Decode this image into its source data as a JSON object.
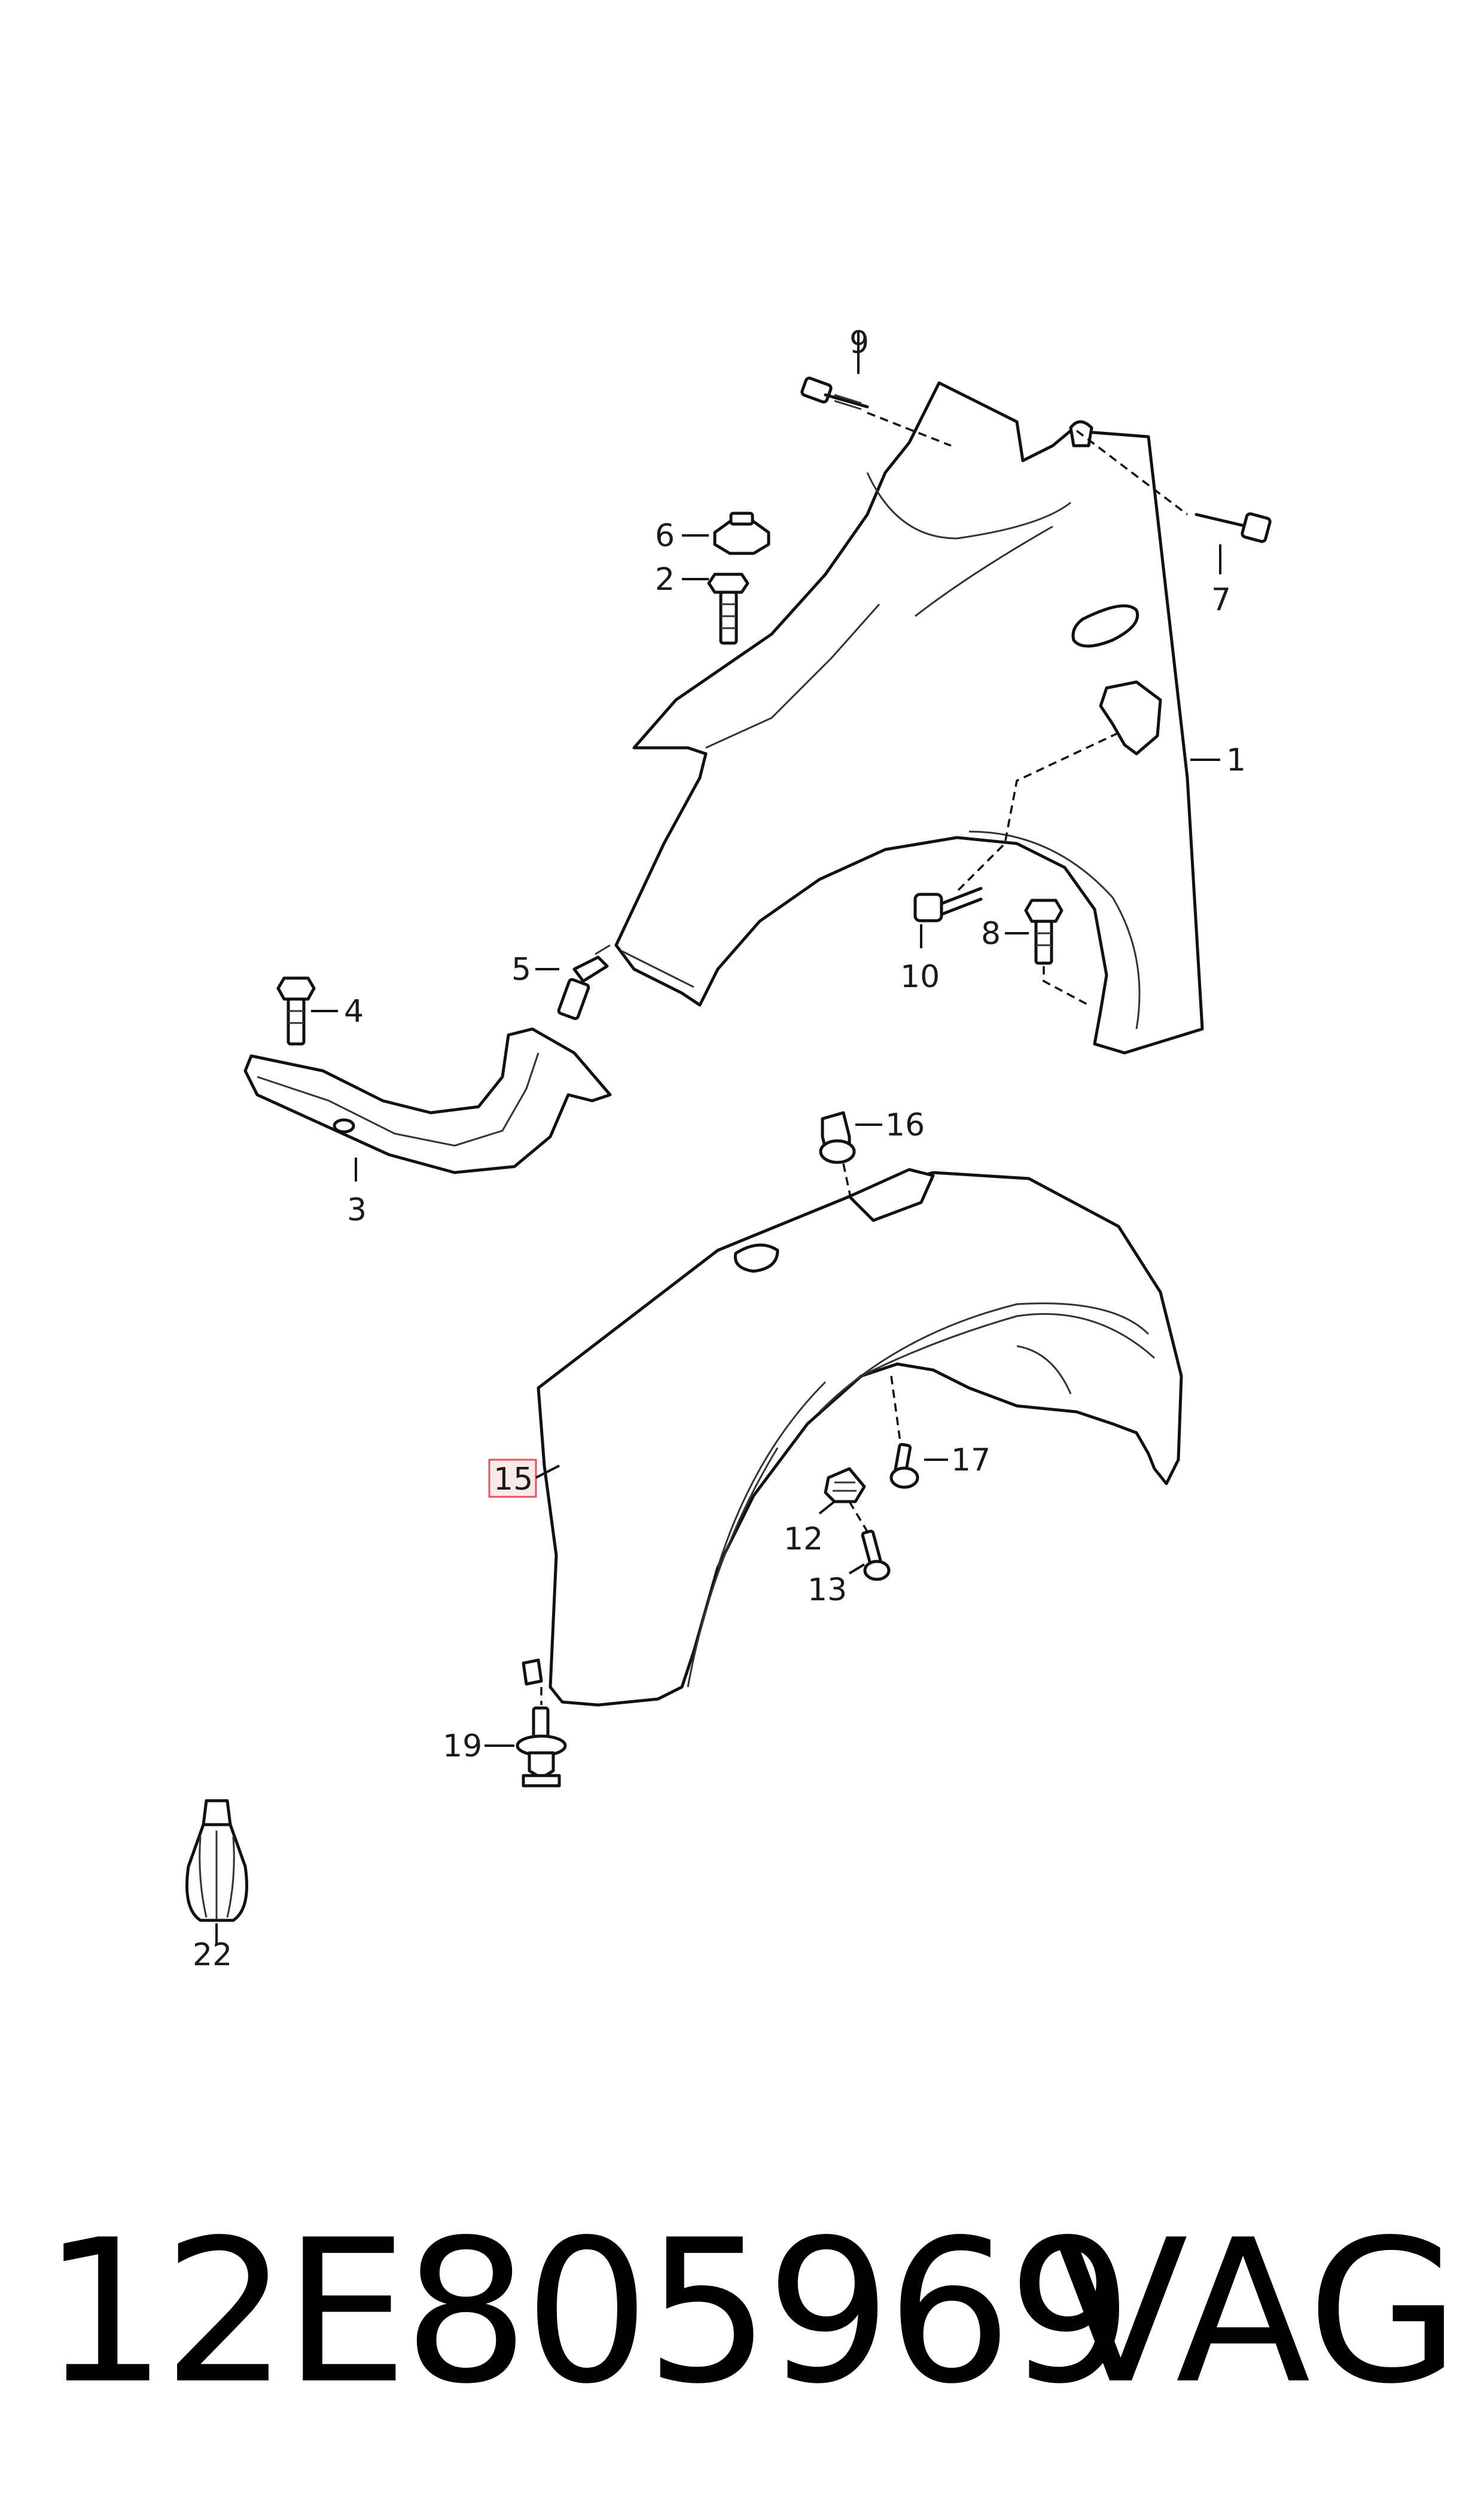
{
  "diagram": {
    "callouts": {
      "c1": "1",
      "c2": "2",
      "c3": "3",
      "c4": "4",
      "c5": "5",
      "c6": "6",
      "c7": "7",
      "c8": "8",
      "c9": "9",
      "c10": "10",
      "c12": "12",
      "c13": "13",
      "c15": "15",
      "c16": "16",
      "c17": "17",
      "c19": "19",
      "c22": "22"
    },
    "highlight_color": "#e05560"
  },
  "footer": {
    "part_number": "12E805969",
    "brand": "VAG"
  }
}
